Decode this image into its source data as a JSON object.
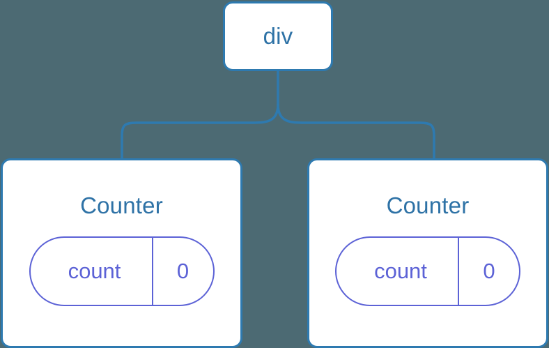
{
  "diagram": {
    "type": "component-tree",
    "background_color": "#4c6a73",
    "node_border_color": "#2e7ab0",
    "node_text_color": "#2e72a6",
    "state_color": "#5c62d6",
    "edge_color": "#2e7ab0",
    "root": {
      "label": "div"
    },
    "children": [
      {
        "label": "Counter",
        "state": {
          "key": "count",
          "value": "0"
        }
      },
      {
        "label": "Counter",
        "state": {
          "key": "count",
          "value": "0"
        }
      }
    ]
  }
}
